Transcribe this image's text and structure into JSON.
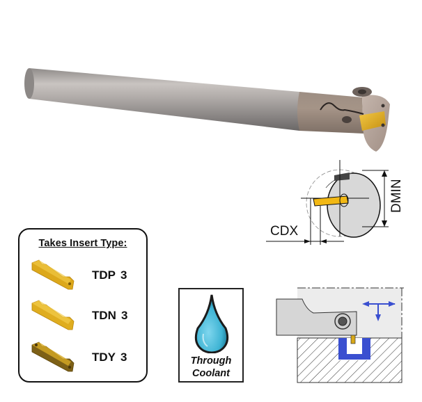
{
  "product": {
    "image_description": "Internal grooving boring bar with through coolant"
  },
  "insert_panel": {
    "title": "Takes Insert Type:",
    "inserts": [
      {
        "code": "TDP",
        "size": "3",
        "color": "#d9a413"
      },
      {
        "code": "TDN",
        "size": "3",
        "color": "#dcaa18"
      },
      {
        "code": "TDY",
        "size": "3",
        "color": "#8a6a18"
      }
    ]
  },
  "coolant": {
    "line1": "Through",
    "line2": "Coolant",
    "icon": "water-drop-icon",
    "drop_color": "#3fb4d4"
  },
  "end_view": {
    "label_cdx": "CDX",
    "label_dmin": "DMIN"
  },
  "section_view": {
    "arrow_color": "#3a4fd0",
    "groove_color": "#3a4fd0"
  }
}
